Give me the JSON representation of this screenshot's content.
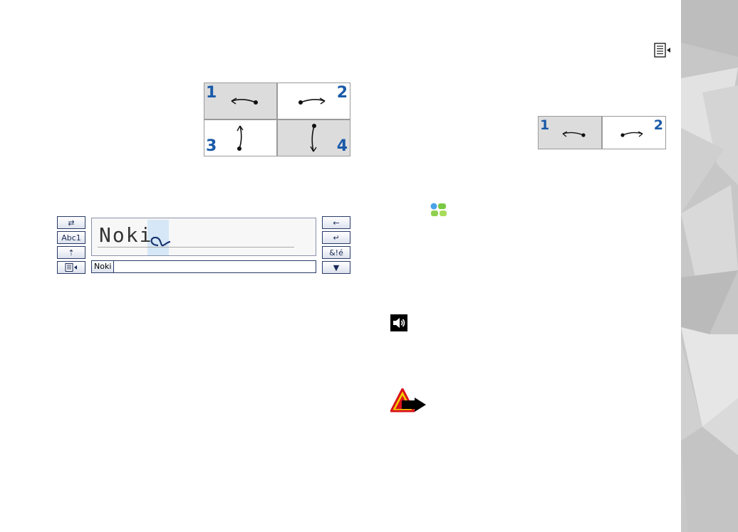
{
  "gesture_panel_large": {
    "cells": [
      {
        "number": "1",
        "direction": "left"
      },
      {
        "number": "2",
        "direction": "right"
      },
      {
        "number": "3",
        "direction": "up"
      },
      {
        "number": "4",
        "direction": "down"
      }
    ]
  },
  "gesture_panel_small": {
    "cells": [
      {
        "number": "1",
        "direction": "left"
      },
      {
        "number": "2",
        "direction": "right"
      }
    ]
  },
  "handwriting_window": {
    "left_buttons": [
      {
        "label": "⇄",
        "icon": "switch-icon"
      },
      {
        "label": "Abc1",
        "icon": ""
      },
      {
        "label": "⇡",
        "icon": "shift-icon"
      },
      {
        "label": "",
        "icon": "options-menu-icon"
      }
    ],
    "right_buttons": [
      {
        "label": "←",
        "icon": "backspace-icon"
      },
      {
        "label": "↵",
        "icon": "enter-icon"
      },
      {
        "label": "&!é",
        "icon": ""
      },
      {
        "label": "▼",
        "icon": "close-icon"
      }
    ],
    "typed_text": "Noki",
    "candidate": "Noki"
  },
  "icons": {
    "options_menu": "options-menu-icon",
    "applications": "applications-icon",
    "speaker": "speaker-icon",
    "warning": "warning-icon"
  },
  "colors": {
    "number_blue": "#1a5aa8",
    "cell_shaded": "#dcdcdc",
    "side_strip": "#c8c8c8"
  }
}
